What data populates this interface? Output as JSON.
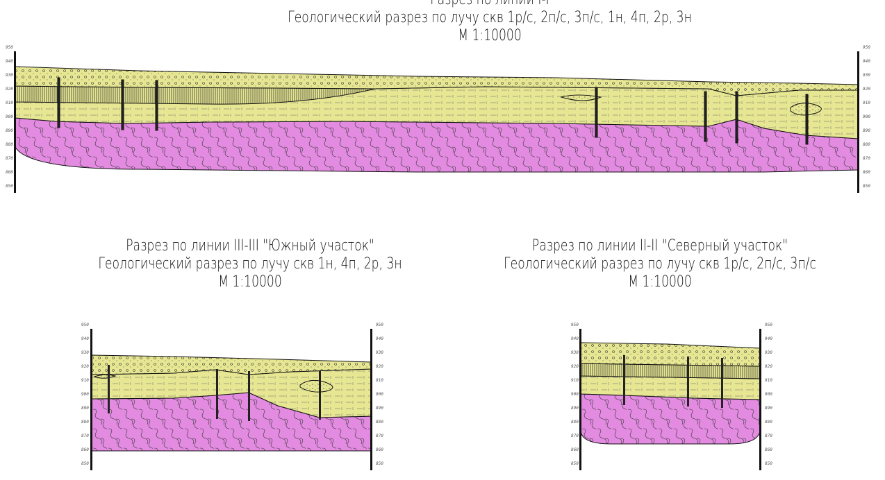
{
  "sections": [
    {
      "id": "main",
      "title_lines": [
        "Разрез по линии I-I",
        "Геологический разрез по лучу скв 1р/с, 2п/с, 3п/с, 1н, 4п, 2р, 3н",
        "М 1:10000"
      ],
      "scale_ticks": [
        "950",
        "940",
        "930",
        "920",
        "910",
        "900",
        "890",
        "880",
        "870",
        "860",
        "850"
      ],
      "wells": 7
    },
    {
      "id": "south",
      "title_lines": [
        "Разрез по линии III-III \"Южный участок\"",
        "Геологический разрез по лучу скв 1н, 4п, 2р, 3н",
        "М 1:10000"
      ],
      "scale_ticks": [
        "950",
        "940",
        "930",
        "920",
        "910",
        "900",
        "890",
        "880",
        "870",
        "860",
        "850"
      ],
      "wells": 4
    },
    {
      "id": "north",
      "title_lines": [
        "Разрез по линии II-II \"Северный участок\"",
        "Геологический разрез по лучу скв 1р/с, 2п/с, 3п/с",
        "М 1:10000"
      ],
      "scale_ticks": [
        "950",
        "940",
        "930",
        "920",
        "910",
        "900",
        "890",
        "880",
        "870",
        "860",
        "850"
      ],
      "wells": 3
    }
  ],
  "colors": {
    "loam": "#e6e693",
    "bedrock": "#e28be0",
    "line": "#111111"
  }
}
